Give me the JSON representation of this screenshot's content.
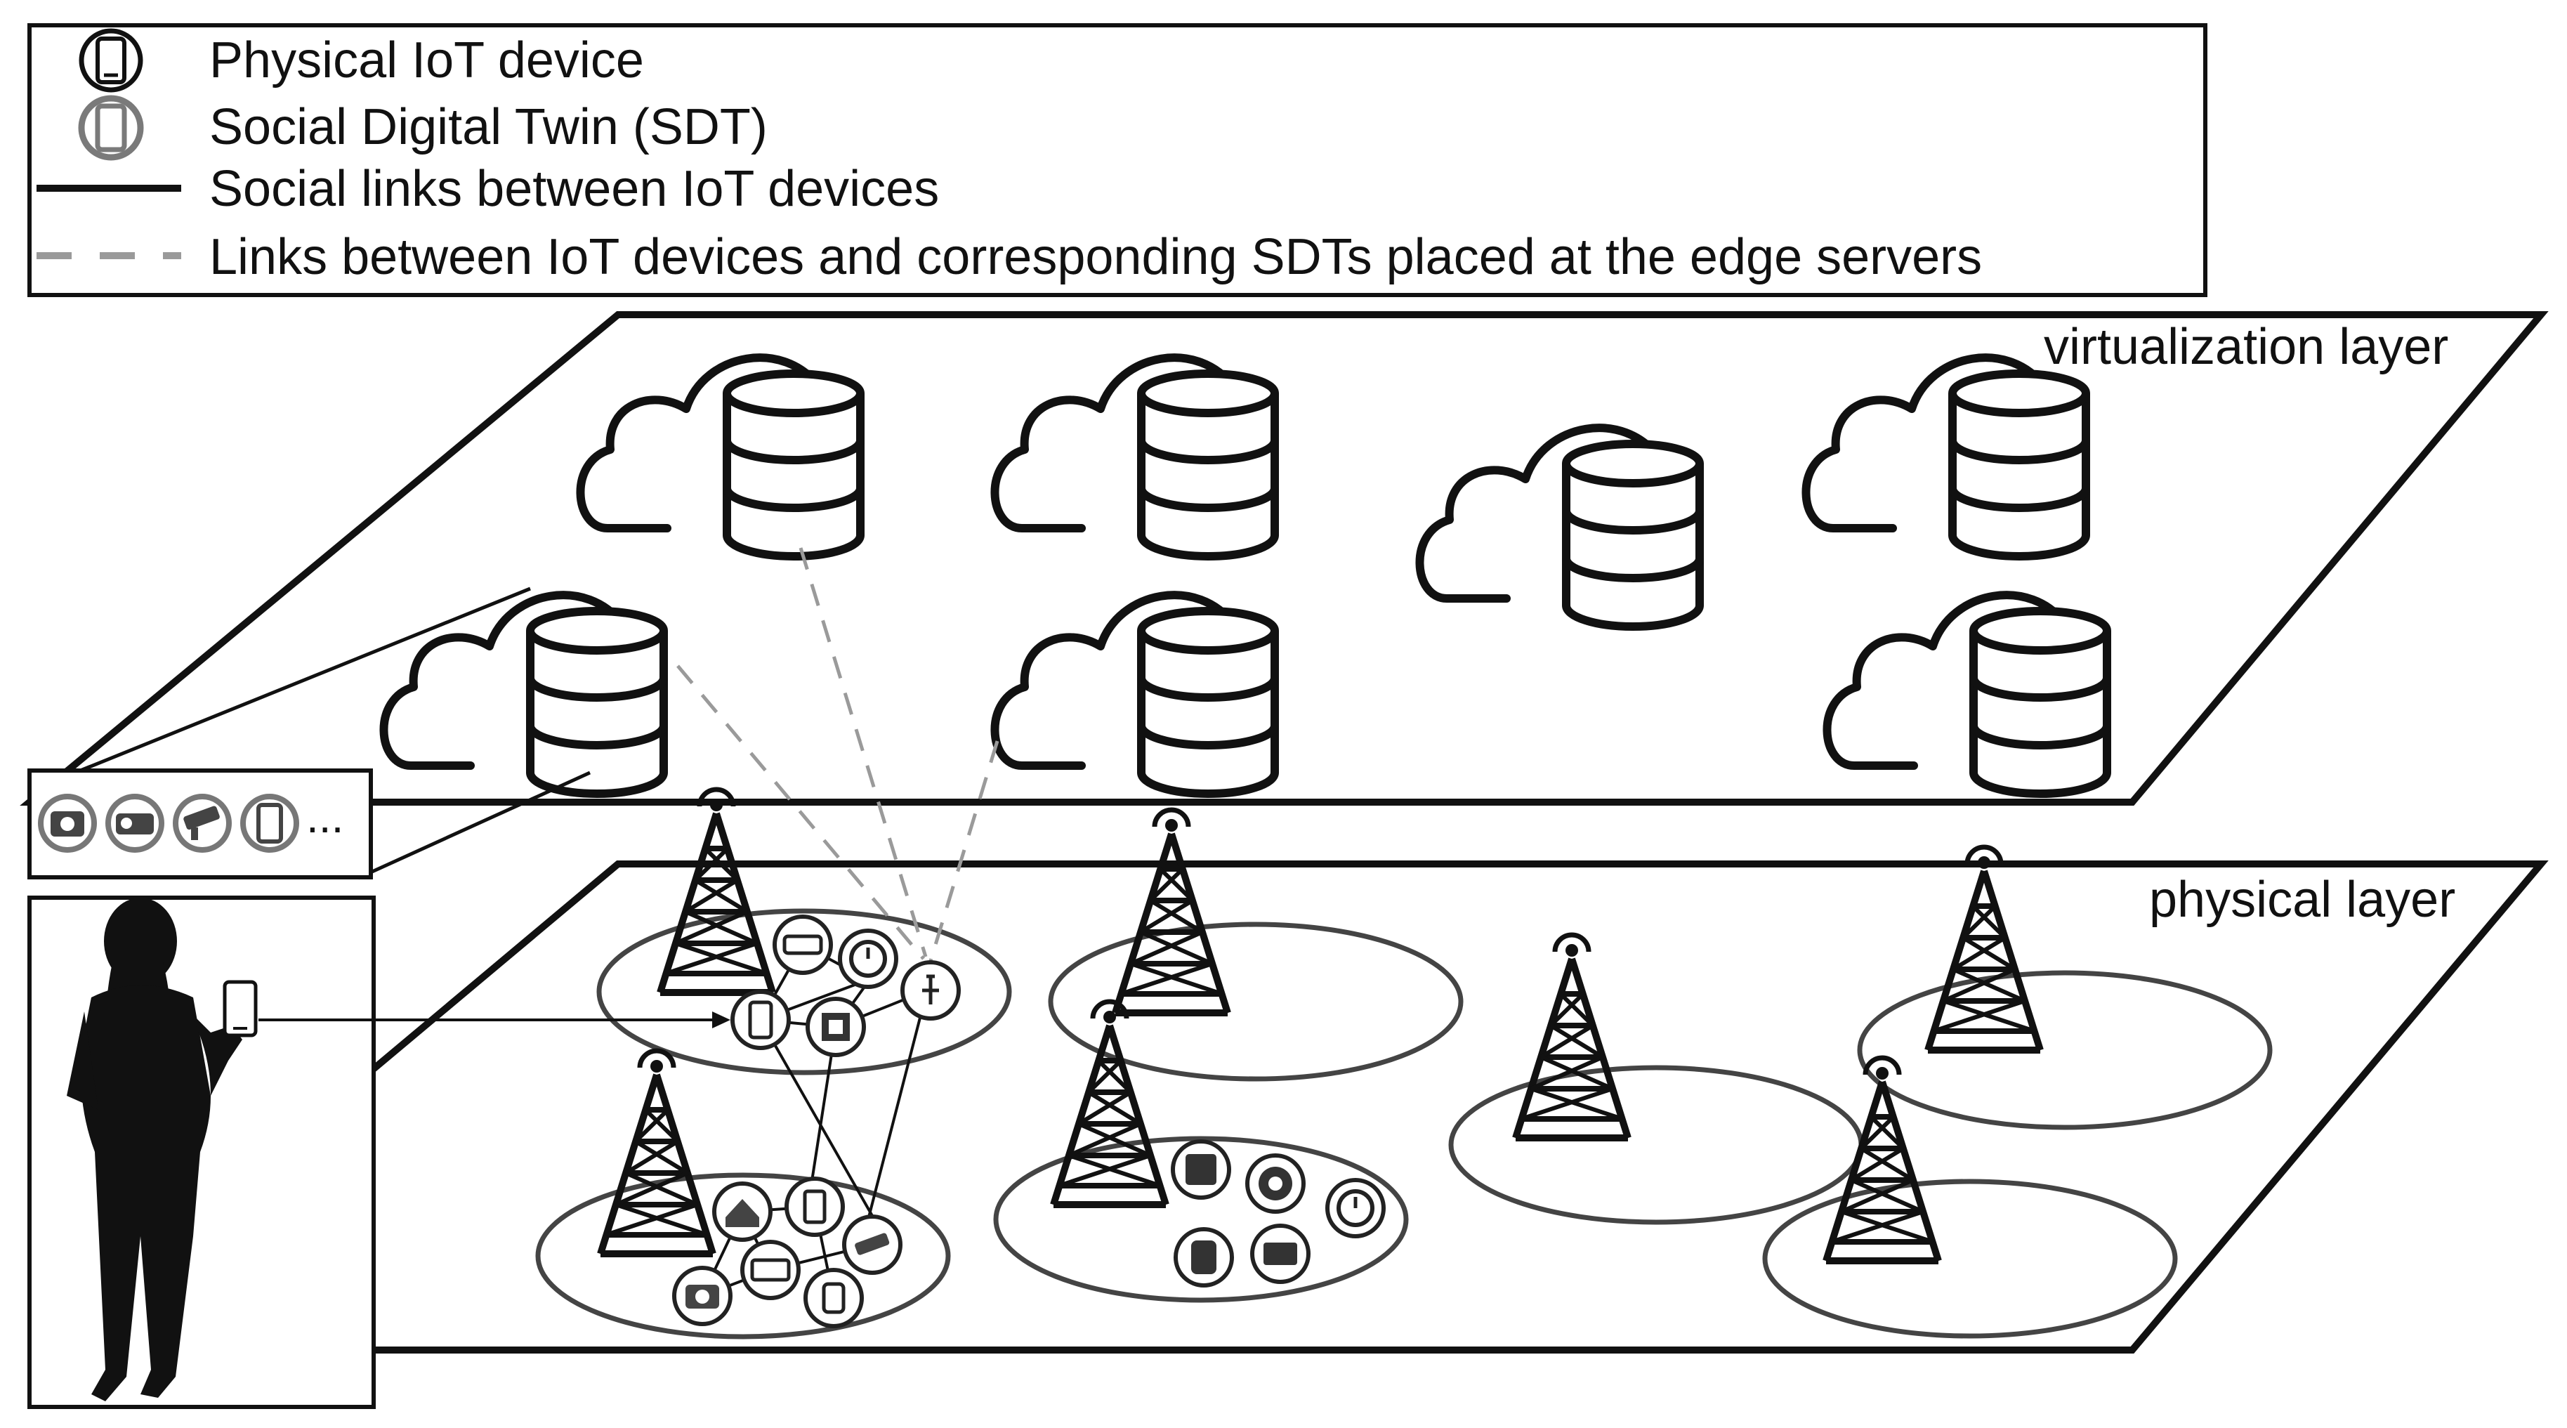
{
  "legend": {
    "items": [
      {
        "label": "Physical IoT device",
        "marker": "phone-icon-dark"
      },
      {
        "label": "Social Digital Twin (SDT)",
        "marker": "phone-icon-gray"
      },
      {
        "label": "Social links between IoT devices",
        "marker": "solid-line"
      },
      {
        "label": "Links between IoT devices and corresponding SDTs placed at the edge servers",
        "marker": "dashed-line"
      }
    ]
  },
  "layers": {
    "virtualization": {
      "label": "virtualization layer"
    },
    "physical": {
      "label": "physical layer"
    }
  },
  "zoom_panel": {
    "icons": [
      "camera-icon",
      "projector-icon",
      "security-camera-icon",
      "smartphone-icon"
    ],
    "more": "..."
  },
  "colors": {
    "line": "#111111",
    "dashed": "#9a9a9a",
    "sdt_gray": "#7a7a7a",
    "cell": "#444444"
  }
}
